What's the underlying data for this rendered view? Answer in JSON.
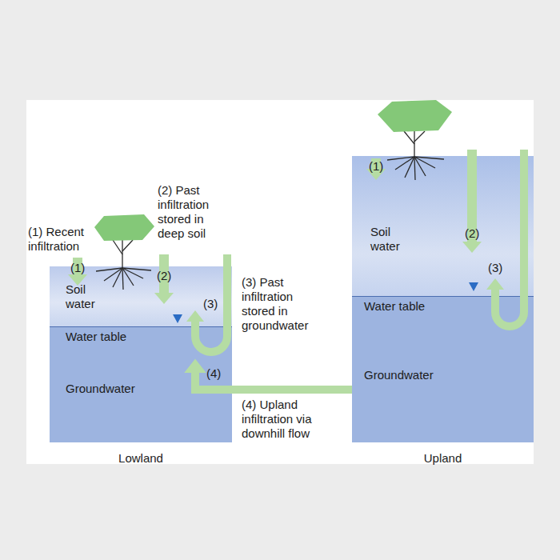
{
  "diagram": {
    "nodes": [
      {
        "text": [
          "Lowland"
        ]
      },
      {
        "text": [
          "Soil water"
        ],
        "in": 0
      },
      {
        "text": [
          "Water table",
          "Groundwater"
        ],
        "in": 0
      },
      {
        "text": [
          "Upland"
        ]
      },
      {
        "text": [
          "Soil water"
        ],
        "in": 3
      },
      {
        "text": [
          "Water table",
          "Groundwater"
        ],
        "in": 3
      }
    ],
    "edges": [
      {
        "from": 5,
        "to": 2,
        "arrow": "to",
        "label": "(4) Upland infiltration via downhill flow"
      }
    ],
    "labels": [
      "(1) Recent infiltration",
      "(1)",
      "(2) Past infiltration stored in deep soil",
      "(2)",
      "(3)",
      "(3) Past infiltration stored in groundwater",
      "(4)",
      "(1)",
      "(2)",
      "(3)"
    ]
  }
}
